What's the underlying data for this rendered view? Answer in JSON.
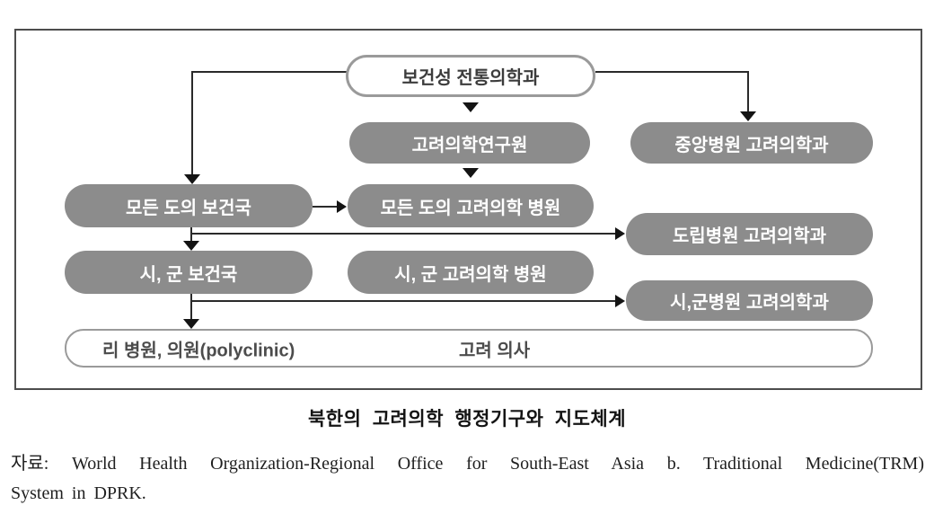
{
  "figure_caption": "북한의 고려의학 행정기구와 지도체계",
  "source": {
    "line1": "자료: World Health Organization-Regional Office for South-East Asia b. Traditional Medicine(TRM)",
    "line2": "System in DPRK."
  },
  "colors": {
    "node_fill_gray": "#8c8c8c",
    "node_text_on_gray": "#ffffff",
    "outlined_node_stroke": "#9a9a9a",
    "connector_line": "#2a2a2a",
    "frame_border": "#4d4d4d"
  },
  "diagram": {
    "nodes": {
      "ministry": {
        "label": "보건성 전통의학과",
        "style": "outlined"
      },
      "research_institute": {
        "label": "고려의학연구원",
        "style": "filled"
      },
      "central_hospital_dept": {
        "label": "중앙병원 고려의학과",
        "style": "filled"
      },
      "province_health_bureau": {
        "label": "모든 도의 보건국",
        "style": "filled"
      },
      "province_koryo_hospital": {
        "label": "모든 도의 고려의학 병원",
        "style": "filled"
      },
      "provincial_hospital_dept": {
        "label": "도립병원 고려의학과",
        "style": "filled"
      },
      "city_county_health_bureau": {
        "label": "시, 군 보건국",
        "style": "filled"
      },
      "city_county_koryo_hospital": {
        "label": "시, 군 고려의학 병원",
        "style": "filled"
      },
      "city_county_hospital_dept": {
        "label": "시,군병원 고려의학과",
        "style": "filled"
      },
      "ri_hospital_polyclinic": {
        "label": "리 병원, 의원(polyclinic)",
        "style": "outlined"
      },
      "koryo_doctor": {
        "label": "고려 의사",
        "style": "outlined"
      }
    },
    "edges": [
      {
        "from": "ministry",
        "to": "province_health_bureau"
      },
      {
        "from": "ministry",
        "to": "research_institute"
      },
      {
        "from": "ministry",
        "to": "central_hospital_dept"
      },
      {
        "from": "research_institute",
        "to": "province_koryo_hospital"
      },
      {
        "from": "province_health_bureau",
        "to": "province_koryo_hospital"
      },
      {
        "from": "province_health_bureau",
        "to": "provincial_hospital_dept"
      },
      {
        "from": "province_health_bureau",
        "to": "city_county_health_bureau"
      },
      {
        "from": "city_county_health_bureau",
        "to": "city_county_hospital_dept"
      },
      {
        "from": "city_county_health_bureau",
        "to": "ri_hospital_polyclinic"
      }
    ]
  }
}
